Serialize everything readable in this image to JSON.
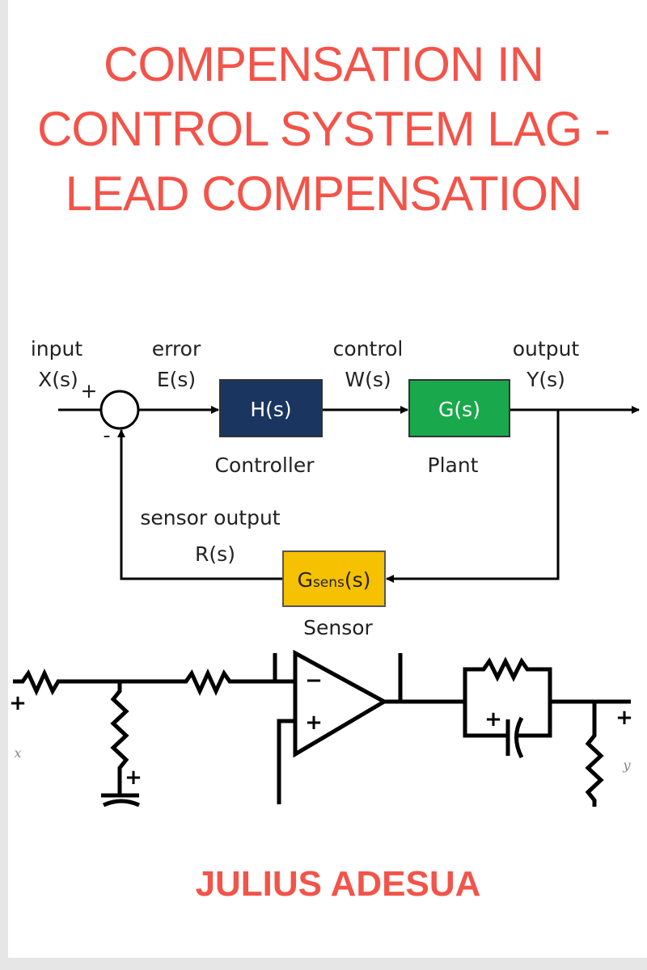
{
  "cover": {
    "title_lines": [
      "COMPENSATION IN",
      "CONTROL SYSTEM LAG -",
      "LEAD COMPENSATION"
    ],
    "author": "JULIUS ADESUA",
    "title_color": "#f2544a"
  },
  "block_diagram": {
    "input_label": "input",
    "input_signal": "X(s)",
    "plus_sign": "+",
    "minus_sign": "-",
    "error_label": "error",
    "error_signal": "E(s)",
    "control_label": "control",
    "control_signal": "W(s)",
    "output_label": "output",
    "output_signal": "Y(s)",
    "controller_block": "H(s)",
    "controller_caption": "Controller",
    "plant_block": "G(s)",
    "plant_caption": "Plant",
    "sensor_output_label": "sensor output",
    "sensor_output_signal": "R(s)",
    "sensor_block_main": "G",
    "sensor_block_sub": "sens",
    "sensor_block_tail": "(s)",
    "sensor_caption": "Sensor",
    "colors": {
      "controller": "#1a355f",
      "plant": "#19a84c",
      "sensor": "#f5c100"
    }
  },
  "circuit": {
    "input_var": "x",
    "output_var": "y",
    "plus": "+",
    "minus": "−"
  }
}
